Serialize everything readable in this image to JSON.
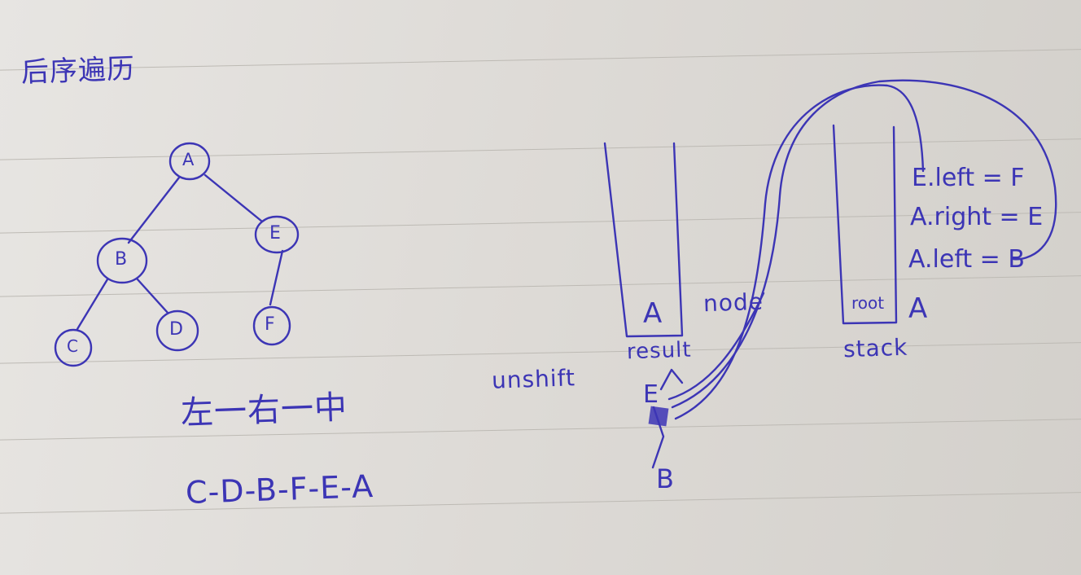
{
  "heading": "后序遍历",
  "tree": {
    "root": "A",
    "nodes": [
      "A",
      "B",
      "E",
      "C",
      "D",
      "F"
    ]
  },
  "order_rule": "左一右一中",
  "sequence": "C-D-B-F-E-A",
  "diagram": {
    "result_label": "result",
    "result_item": "A",
    "node_label": "node",
    "unshift_label": "unshift",
    "list_items": [
      "E",
      "B"
    ],
    "stack_label": "stack",
    "stack_item": "root",
    "stack_value": "A",
    "notes": [
      "E.left = F",
      "A.right = E",
      "A.left = B"
    ]
  },
  "colors": {
    "ink": "#3c35b5",
    "paper": "#e2e0dc",
    "rule": "#bdbab4"
  }
}
